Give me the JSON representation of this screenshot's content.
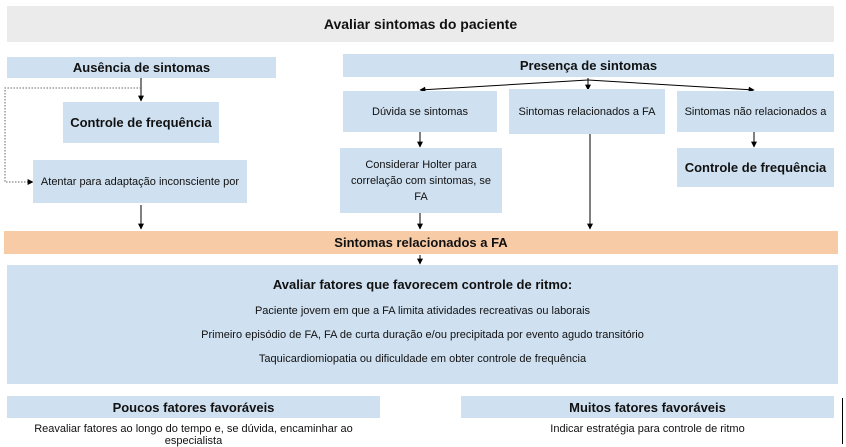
{
  "title": "Avaliar sintomas do paciente",
  "left_branch": {
    "header": "Ausência de sintomas",
    "rate_control": "Controle de frequência",
    "note": "Atentar para adaptação inconsciente por"
  },
  "right_branch": {
    "header": "Presença de sintomas",
    "doubt": "Dúvida se sintomas",
    "related": "Sintomas relacionados a FA",
    "unrelated": "Sintomas não relacionados a",
    "holter": "Considerar Holter para correlação com sintomas, se FA",
    "rate_control": "Controle de frequência"
  },
  "merge": "Sintomas relacionados a FA",
  "factors": {
    "title": "Avaliar fatores que favorecem controle de ritmo:",
    "items": [
      "Paciente jovem em que a FA limita atividades recreativas ou laborais",
      "Primeiro episódio de FA, FA de curta duração e/ou precipitada por evento agudo transitório",
      "Taquicardiomiopatia ou dificuldade em obter controle de frequência"
    ]
  },
  "outcomes": {
    "few_header": "Poucos fatores favoráveis",
    "few_text": "Reavaliar fatores ao longo do tempo e, se dúvida, encaminhar ao especialista",
    "many_header": "Muitos fatores favoráveis",
    "many_text": "Indicar estratégia para controle de ritmo"
  },
  "colors": {
    "gray": "#ebebeb",
    "blue": "#cfe0f0",
    "orange": "#f8cba7"
  }
}
